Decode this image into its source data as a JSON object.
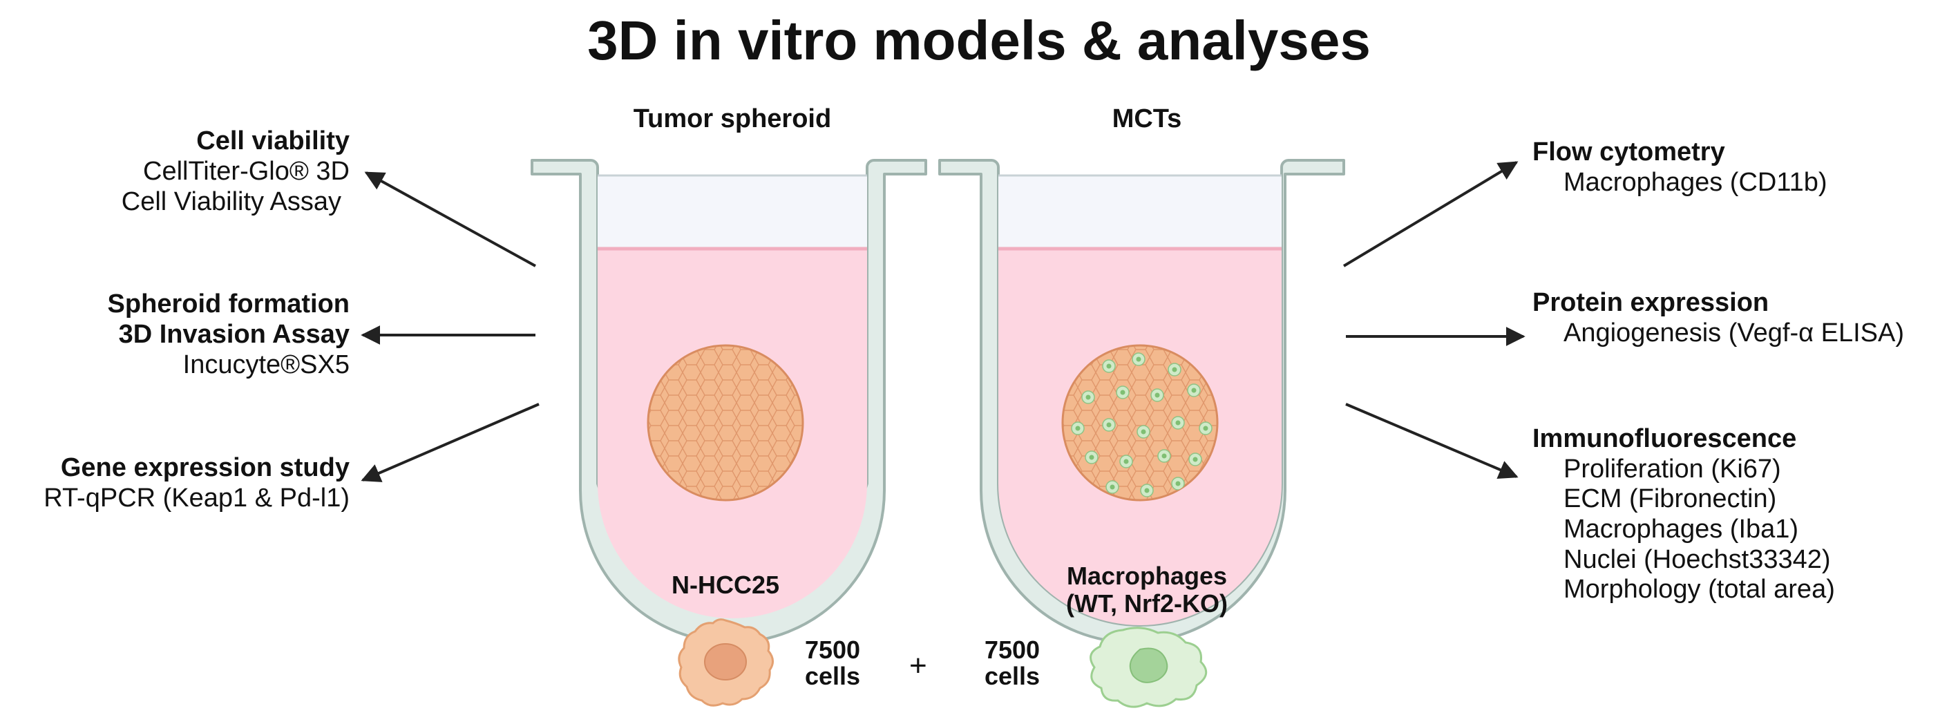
{
  "title": "3D in vitro models & analyses",
  "wells": {
    "left": {
      "title": "Tumor spheroid"
    },
    "right": {
      "title": "MCTs"
    }
  },
  "analyses_left": [
    {
      "heading": "Cell viability",
      "lines": [
        "CellTiter-Glo® 3D",
        "Cell Viability Assay"
      ]
    },
    {
      "heading": "Spheroid formation",
      "heading2": "3D Invasion Assay",
      "lines": [
        "Incucyte®SX5"
      ]
    },
    {
      "heading": "Gene expression study",
      "lines": [
        "RT-qPCR (Keap1 & Pd-l1)"
      ]
    }
  ],
  "analyses_right": [
    {
      "heading": "Flow cytometry",
      "lines": [
        "Macrophages (CD11b)"
      ]
    },
    {
      "heading": "Protein expression",
      "lines": [
        "Angiogenesis (Vegf-α ELISA)"
      ]
    },
    {
      "heading": "Immunofluorescence",
      "lines": [
        "Proliferation (Ki67)",
        "ECM (Fibronectin)",
        "Macrophages (Iba1)",
        "Nuclei (Hoechst33342)",
        "Morphology (total area)"
      ]
    }
  ],
  "cells": {
    "tumor": {
      "name": "N-HCC25",
      "count_line1": "7500",
      "count_line2": "cells"
    },
    "macrophage": {
      "name_line1": "Macrophages",
      "name_line2": "(WT, Nrf2-KO)",
      "count_line1": "7500",
      "count_line2": "cells"
    },
    "plus": "+"
  },
  "colors": {
    "well_wall": "#e1ece8",
    "well_stroke": "#9fb3ad",
    "media": "#fdd6e1",
    "media_line": "#f1aebf",
    "air": "#f4f6fb",
    "spheroid": "#f3b98e",
    "spheroid_line": "#d98c60",
    "macrophage": "#cfeac8",
    "macrophage_nucleus": "#a4d39a",
    "arrow": "#222222"
  }
}
